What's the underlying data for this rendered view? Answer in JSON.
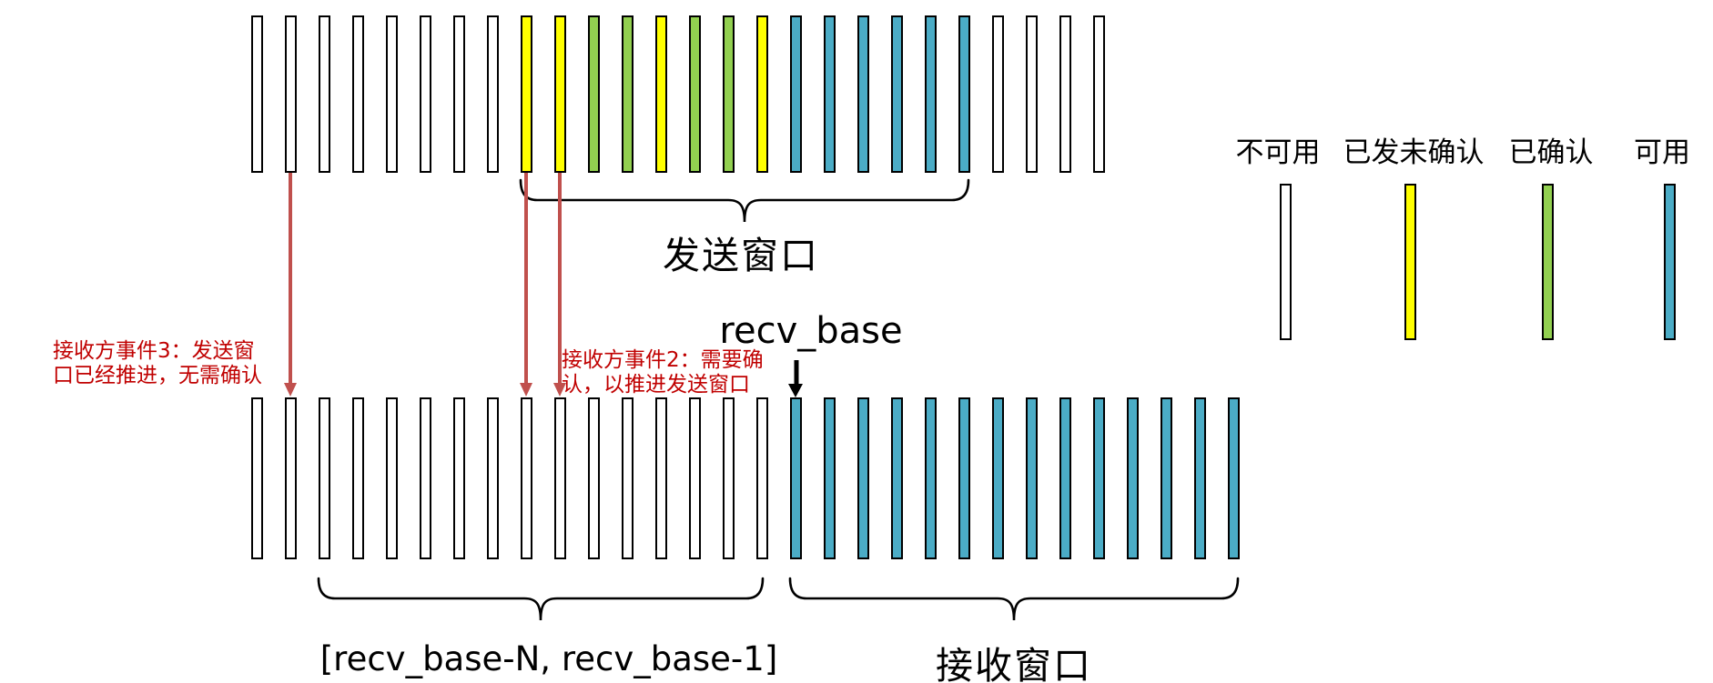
{
  "colors": {
    "states": {
      "unavailable": "#ffffff",
      "sent_unacked": "#ffff00",
      "acked": "#92d050",
      "usable": "#4bacc6"
    },
    "bar_border": "#000000",
    "arrow_red": "#c0504d",
    "annotation_red": "#c00000",
    "text_black": "#000000"
  },
  "sender_row": {
    "bars": [
      "unavailable",
      "unavailable",
      "unavailable",
      "unavailable",
      "unavailable",
      "unavailable",
      "unavailable",
      "unavailable",
      "sent_unacked",
      "sent_unacked",
      "acked",
      "acked",
      "sent_unacked",
      "acked",
      "acked",
      "sent_unacked",
      "usable",
      "usable",
      "usable",
      "usable",
      "usable",
      "usable",
      "unavailable",
      "unavailable",
      "unavailable",
      "unavailable"
    ]
  },
  "receiver_row": {
    "bars": [
      "unavailable",
      "unavailable",
      "unavailable",
      "unavailable",
      "unavailable",
      "unavailable",
      "unavailable",
      "unavailable",
      "unavailable",
      "unavailable",
      "unavailable",
      "unavailable",
      "unavailable",
      "unavailable",
      "unavailable",
      "unavailable",
      "usable",
      "usable",
      "usable",
      "usable",
      "usable",
      "usable",
      "usable",
      "usable",
      "usable",
      "usable",
      "usable",
      "usable",
      "usable",
      "usable"
    ]
  },
  "labels": {
    "send_window": "发送窗口",
    "receive_window": "接收窗口",
    "recv_base": "recv_base",
    "recv_range": "[recv_base-N, recv_base-1]"
  },
  "annotations": {
    "event3": {
      "line1": "接收方事件3：发送窗",
      "line2": "口已经推进，无需确认"
    },
    "event2": {
      "line1": "接收方事件2：需要确",
      "line2": "认，以推进发送窗口"
    }
  },
  "legend": {
    "items": [
      {
        "label": "不可用",
        "state": "unavailable"
      },
      {
        "label": "已发未确认",
        "state": "sent_unacked"
      },
      {
        "label": "已确认",
        "state": "acked"
      },
      {
        "label": "可用",
        "state": "usable"
      }
    ]
  }
}
